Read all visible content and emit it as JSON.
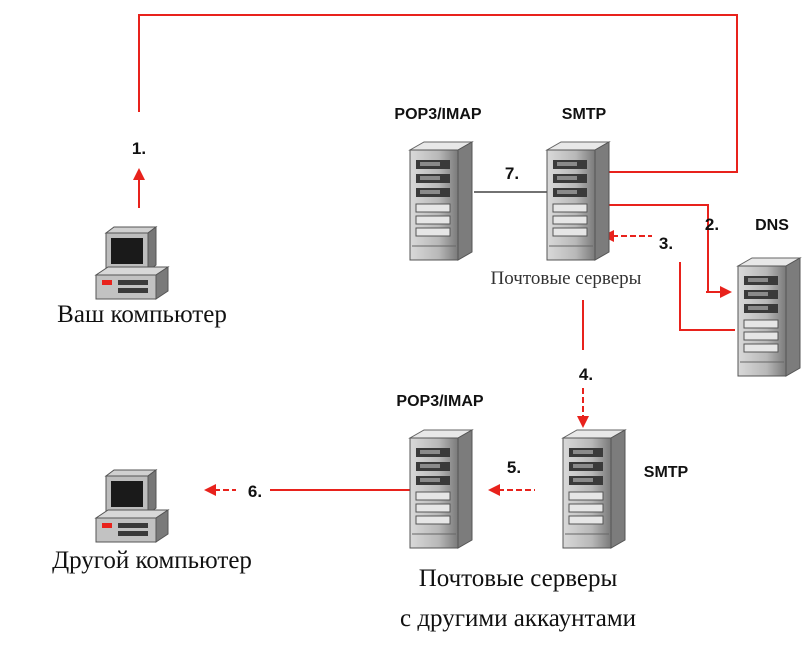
{
  "colors": {
    "connector": "#e8221c",
    "link": "#444444",
    "server": "#9a9a9a",
    "text": "#111111"
  },
  "labels": {
    "pop_imap_top": "POP3/IMAP",
    "smtp_top": "SMTP",
    "dns": "DNS",
    "mail_servers": "Почтовые серверы",
    "your_computer": "Ваш компьютер",
    "pop_imap_bottom": "POP3/IMAP",
    "smtp_bottom": "SMTP",
    "other_computer": "Другой компьютер",
    "other_servers_line1": "Почтовые серверы",
    "other_servers_line2": "с другими аккаунтами"
  },
  "steps": {
    "s1": "1.",
    "s2": "2.",
    "s3": "3.",
    "s4": "4.",
    "s5": "5.",
    "s6": "6.",
    "s7": "7."
  },
  "icons": {
    "server": "server-tower-icon",
    "computer": "desktop-computer-icon"
  }
}
